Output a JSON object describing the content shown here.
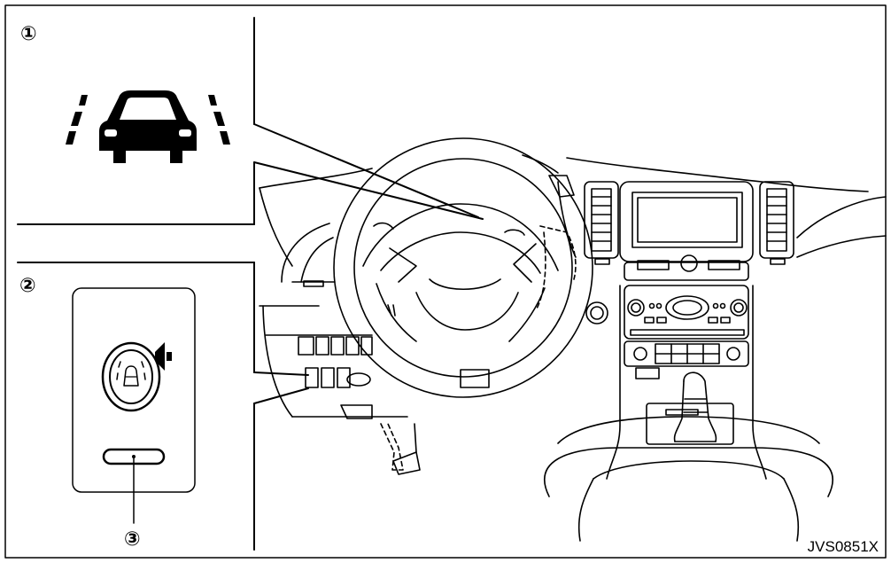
{
  "callouts": {
    "one": "①",
    "two": "②",
    "three": "③"
  },
  "figure_code": "JVS0851X",
  "icons": {
    "indicator": "lane-departure-warning-indicator-icon",
    "switch": "lane-departure-prevention-switch-icon"
  },
  "colors": {
    "line": "#000000",
    "background": "#ffffff"
  }
}
